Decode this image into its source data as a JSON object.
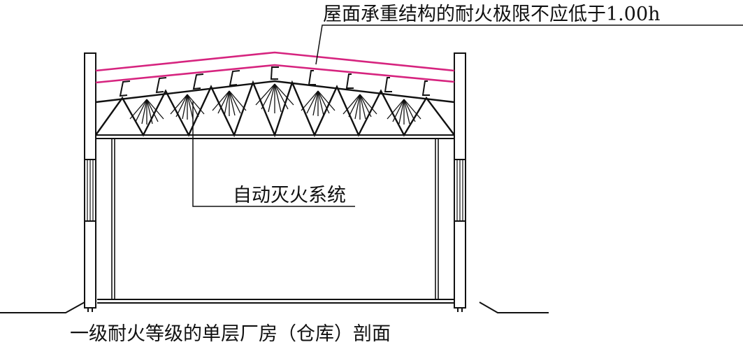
{
  "annotations": {
    "roof_fire_rating": "屋面承重结构的耐火极限不应低于1.00h",
    "sprinkler_system": "自动灭火系统"
  },
  "caption": "一级耐火等级的单层厂房（仓库）剖面",
  "colors": {
    "line": "#111111",
    "roof_layer": "#d6247f",
    "background": "#ffffff"
  }
}
